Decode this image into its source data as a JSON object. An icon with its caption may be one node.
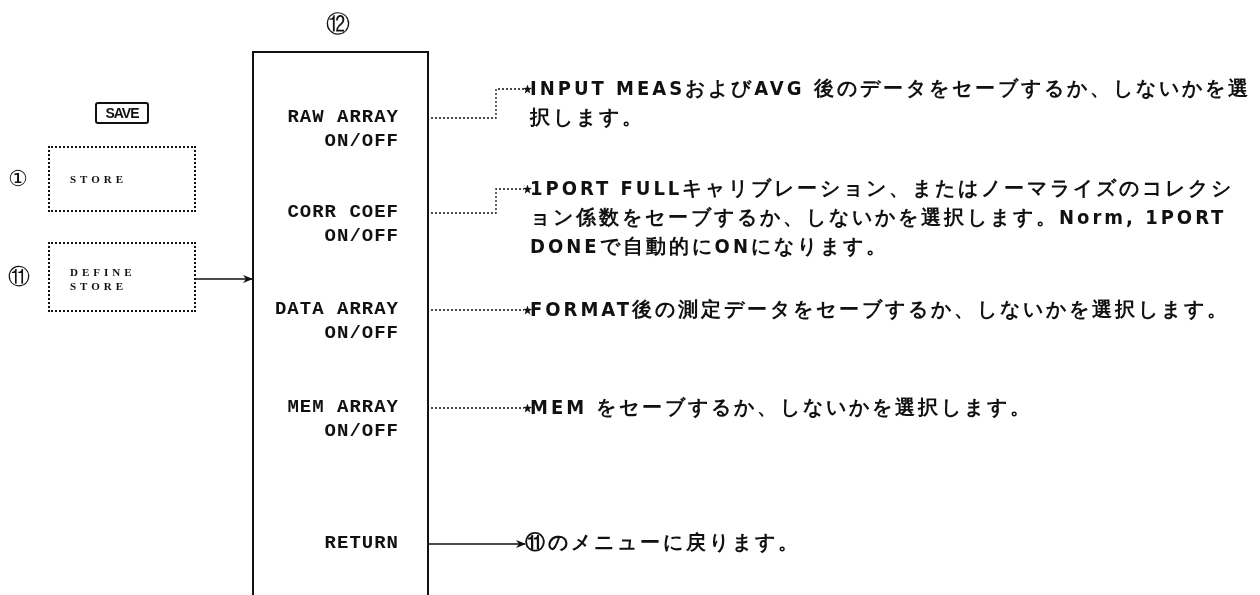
{
  "diagram": {
    "nodes": [
      {
        "text": [
          "SAVE"
        ]
      },
      {
        "text": [
          "STORE"
        ],
        "beside": [
          "①"
        ]
      },
      {
        "text": [
          "DEFINE STORE"
        ],
        "beside": [
          "⑪"
        ]
      },
      {
        "text": [
          "⑫"
        ]
      },
      {
        "text": [
          "RAW ARRAY ON/OFF"
        ],
        "in": 3
      },
      {
        "text": [
          "CORR COEF ON/OFF"
        ],
        "in": 3
      },
      {
        "text": [
          "DATA ARRAY ON/OFF"
        ],
        "in": 3
      },
      {
        "text": [
          "MEM ARRAY ON/OFF"
        ],
        "in": 3
      },
      {
        "text": [
          "RETURN"
        ],
        "in": 3
      },
      {
        "text": [
          "INPUT MEASおよびAVG 後のデータをセーブするか、しないかを選択します。"
        ]
      },
      {
        "text": [
          "1PORT FULLキャリブレーション、またはノーマライズのコレクション係数をセーブするか、しないかを選択します。Norm, 1PORT DONEで自動的にONになります。"
        ]
      },
      {
        "text": [
          "FORMAT後の測定データをセーブするか、しないかを選択します。"
        ]
      },
      {
        "text": [
          "MEM をセーブするか、しないかを選択します。"
        ]
      },
      {
        "text": [
          "⑪のメニューに戻ります。"
        ]
      }
    ],
    "edges": [
      {
        "from": 2,
        "to": 3,
        "arrow": "to"
      },
      {
        "from": 4,
        "to": 9,
        "arrow": "other",
        "style": "dashed"
      },
      {
        "from": 5,
        "to": 10,
        "arrow": "other",
        "style": "dashed"
      },
      {
        "from": 6,
        "to": 11,
        "arrow": "other",
        "style": "dashed"
      },
      {
        "from": 7,
        "to": 12,
        "arrow": "other",
        "style": "dashed"
      },
      {
        "from": 8,
        "to": 13,
        "arrow": "to"
      }
    ]
  }
}
